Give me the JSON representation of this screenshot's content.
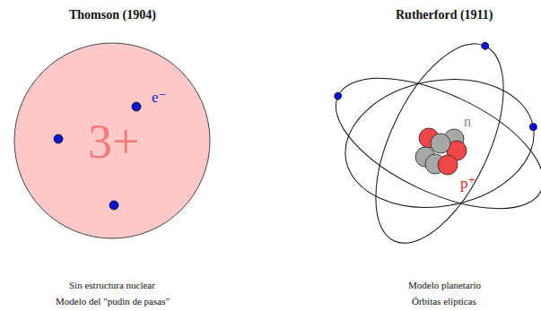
{
  "diagram": {
    "nodes": [
      {
        "text": [
          "3+",
          "e⁻"
        ]
      }
    ],
    "labels": [
      "Thomson (1904)",
      "Rutherford (1911)",
      "n",
      "p⁺",
      "Sin estructura nuclear",
      "Modelo del \"pudin de pasas\"",
      "Modelo planetario",
      "Órbitas elípticas"
    ]
  }
}
